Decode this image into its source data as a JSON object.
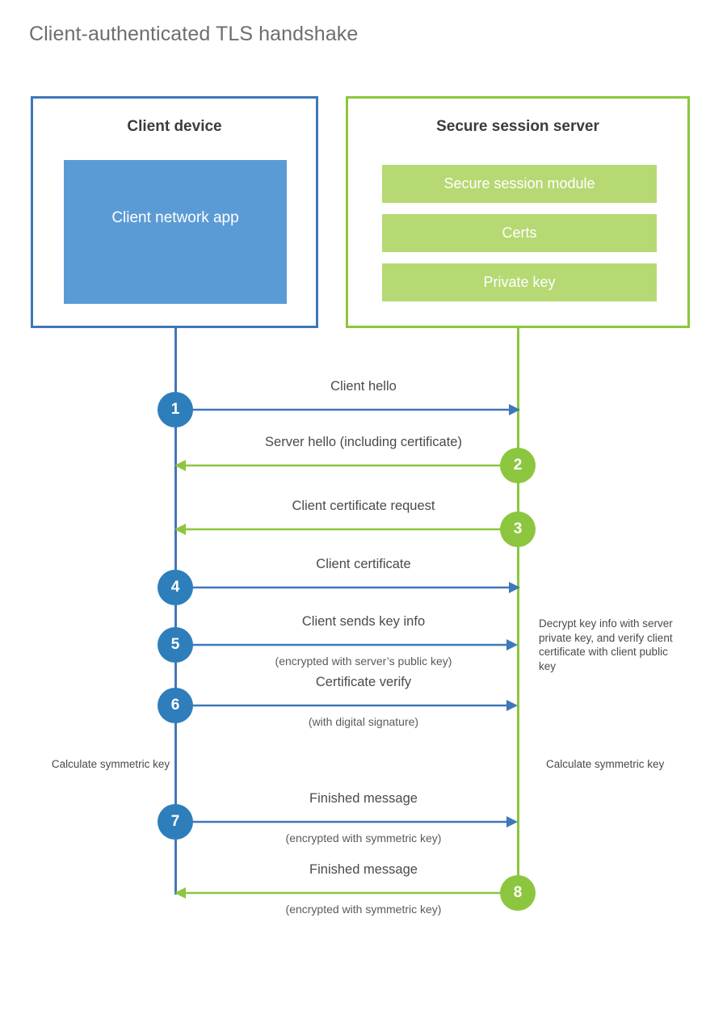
{
  "title": "Client-authenticated TLS handshake",
  "colors": {
    "client_accent": "#3f77ba",
    "client_bubble": "#2e7ebb",
    "client_fill": "#5b9bd5",
    "server_accent": "#8cc63e",
    "server_fill": "#b6d974",
    "text": "#4a4a4a",
    "heading": "#6e6e6e",
    "background": "#ffffff"
  },
  "client": {
    "title": "Client device",
    "app_label": "Client network app",
    "app_line1": "Client network",
    "app_line2": "app"
  },
  "server": {
    "title": "Secure session server",
    "components": [
      {
        "label": "Secure session module"
      },
      {
        "label": "Certs"
      },
      {
        "label": "Private key"
      }
    ]
  },
  "messages": [
    {
      "step": "1",
      "label": "Client hello",
      "sublabel": "",
      "direction": "client-to-server",
      "origin": "client"
    },
    {
      "step": "2",
      "label": "Server hello (including certificate)",
      "sublabel": "",
      "direction": "server-to-client",
      "origin": "server"
    },
    {
      "step": "3",
      "label": "Client certificate request",
      "sublabel": "",
      "direction": "server-to-client",
      "origin": "server"
    },
    {
      "step": "4",
      "label": "Client certificate",
      "sublabel": "",
      "direction": "client-to-server",
      "origin": "client"
    },
    {
      "step": "5",
      "label": "Client sends key info",
      "sublabel": "(encrypted with server’s public key)",
      "direction": "client-to-server",
      "origin": "client"
    },
    {
      "step": "6",
      "label": "Certificate verify",
      "sublabel": "(with digital signature)",
      "direction": "client-to-server",
      "origin": "client"
    },
    {
      "step": "7",
      "label": "Finished message",
      "sublabel": "(encrypted with symmetric key)",
      "direction": "client-to-server",
      "origin": "client"
    },
    {
      "step": "8",
      "label": "Finished message",
      "sublabel": "(encrypted with symmetric key)",
      "direction": "server-to-client",
      "origin": "server"
    }
  ],
  "notes": {
    "decrypt": "Decrypt key info with server private key, and verify client certificate with client public key",
    "calc_client": "Calculate symmetric key",
    "calc_server": "Calculate symmetric key"
  }
}
